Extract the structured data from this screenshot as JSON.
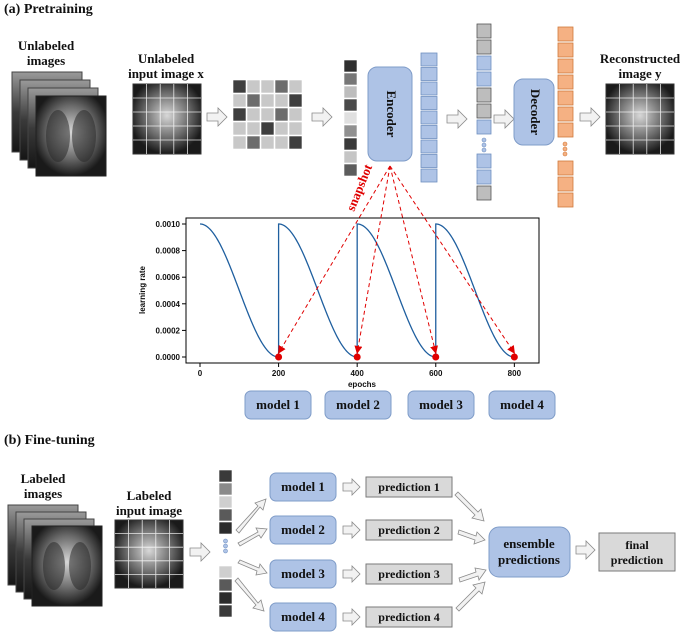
{
  "sections": {
    "pretraining": "(a) Pretraining",
    "finetuning": "(b) Fine-tuning"
  },
  "pretraining": {
    "unlabeled_images": [
      "Unlabeled",
      "images"
    ],
    "input_image": [
      "Unlabeled",
      "input image x"
    ],
    "encoder": "Encoder",
    "decoder": "Decoder",
    "reconstructed": [
      "Reconstructed",
      "image y"
    ],
    "snapshot": "snapshot"
  },
  "models": [
    "model 1",
    "model 2",
    "model 3",
    "model 4"
  ],
  "finetuning": {
    "labeled_images": [
      "Labeled",
      "images"
    ],
    "input_image": [
      "Labeled",
      "input image"
    ],
    "predictions": [
      "prediction 1",
      "prediction 2",
      "prediction 3",
      "prediction 4"
    ],
    "ensemble": [
      "ensemble",
      "predictions"
    ],
    "final": [
      "final",
      "prediction"
    ]
  },
  "colors": {
    "model_box": "#aec3e6",
    "model_box_stroke": "#7f9cc8",
    "decoder_token": "#f5b183",
    "decoder_token_stroke": "#d07a3c",
    "curve": "#1f5f9f",
    "snapshot": "#e00000",
    "prediction_box": "#d9d9d9"
  },
  "chart_data": {
    "type": "line",
    "xlabel": "epochs",
    "ylabel": "learning rate",
    "xlim": [
      0,
      850
    ],
    "ylim": [
      0,
      0.001
    ],
    "xticks": [
      0,
      200,
      400,
      600,
      800
    ],
    "yticks": [
      0.0,
      0.0002,
      0.0004,
      0.0006,
      0.0008,
      0.001
    ],
    "xtick_labels": [
      "0",
      "200",
      "400",
      "600",
      "800"
    ],
    "ytick_labels": [
      "0.0000",
      "0.0002",
      "0.0004",
      "0.0006",
      "0.0008",
      "0.0010"
    ],
    "schedule": "cosine annealing with warm restarts",
    "cycle_length": 200,
    "max_lr": 0.001,
    "min_lr": 0.0,
    "snapshot_points": [
      {
        "x": 200,
        "y": 0.0
      },
      {
        "x": 400,
        "y": 0.0
      },
      {
        "x": 600,
        "y": 0.0
      },
      {
        "x": 800,
        "y": 0.0
      }
    ],
    "grid": false
  }
}
